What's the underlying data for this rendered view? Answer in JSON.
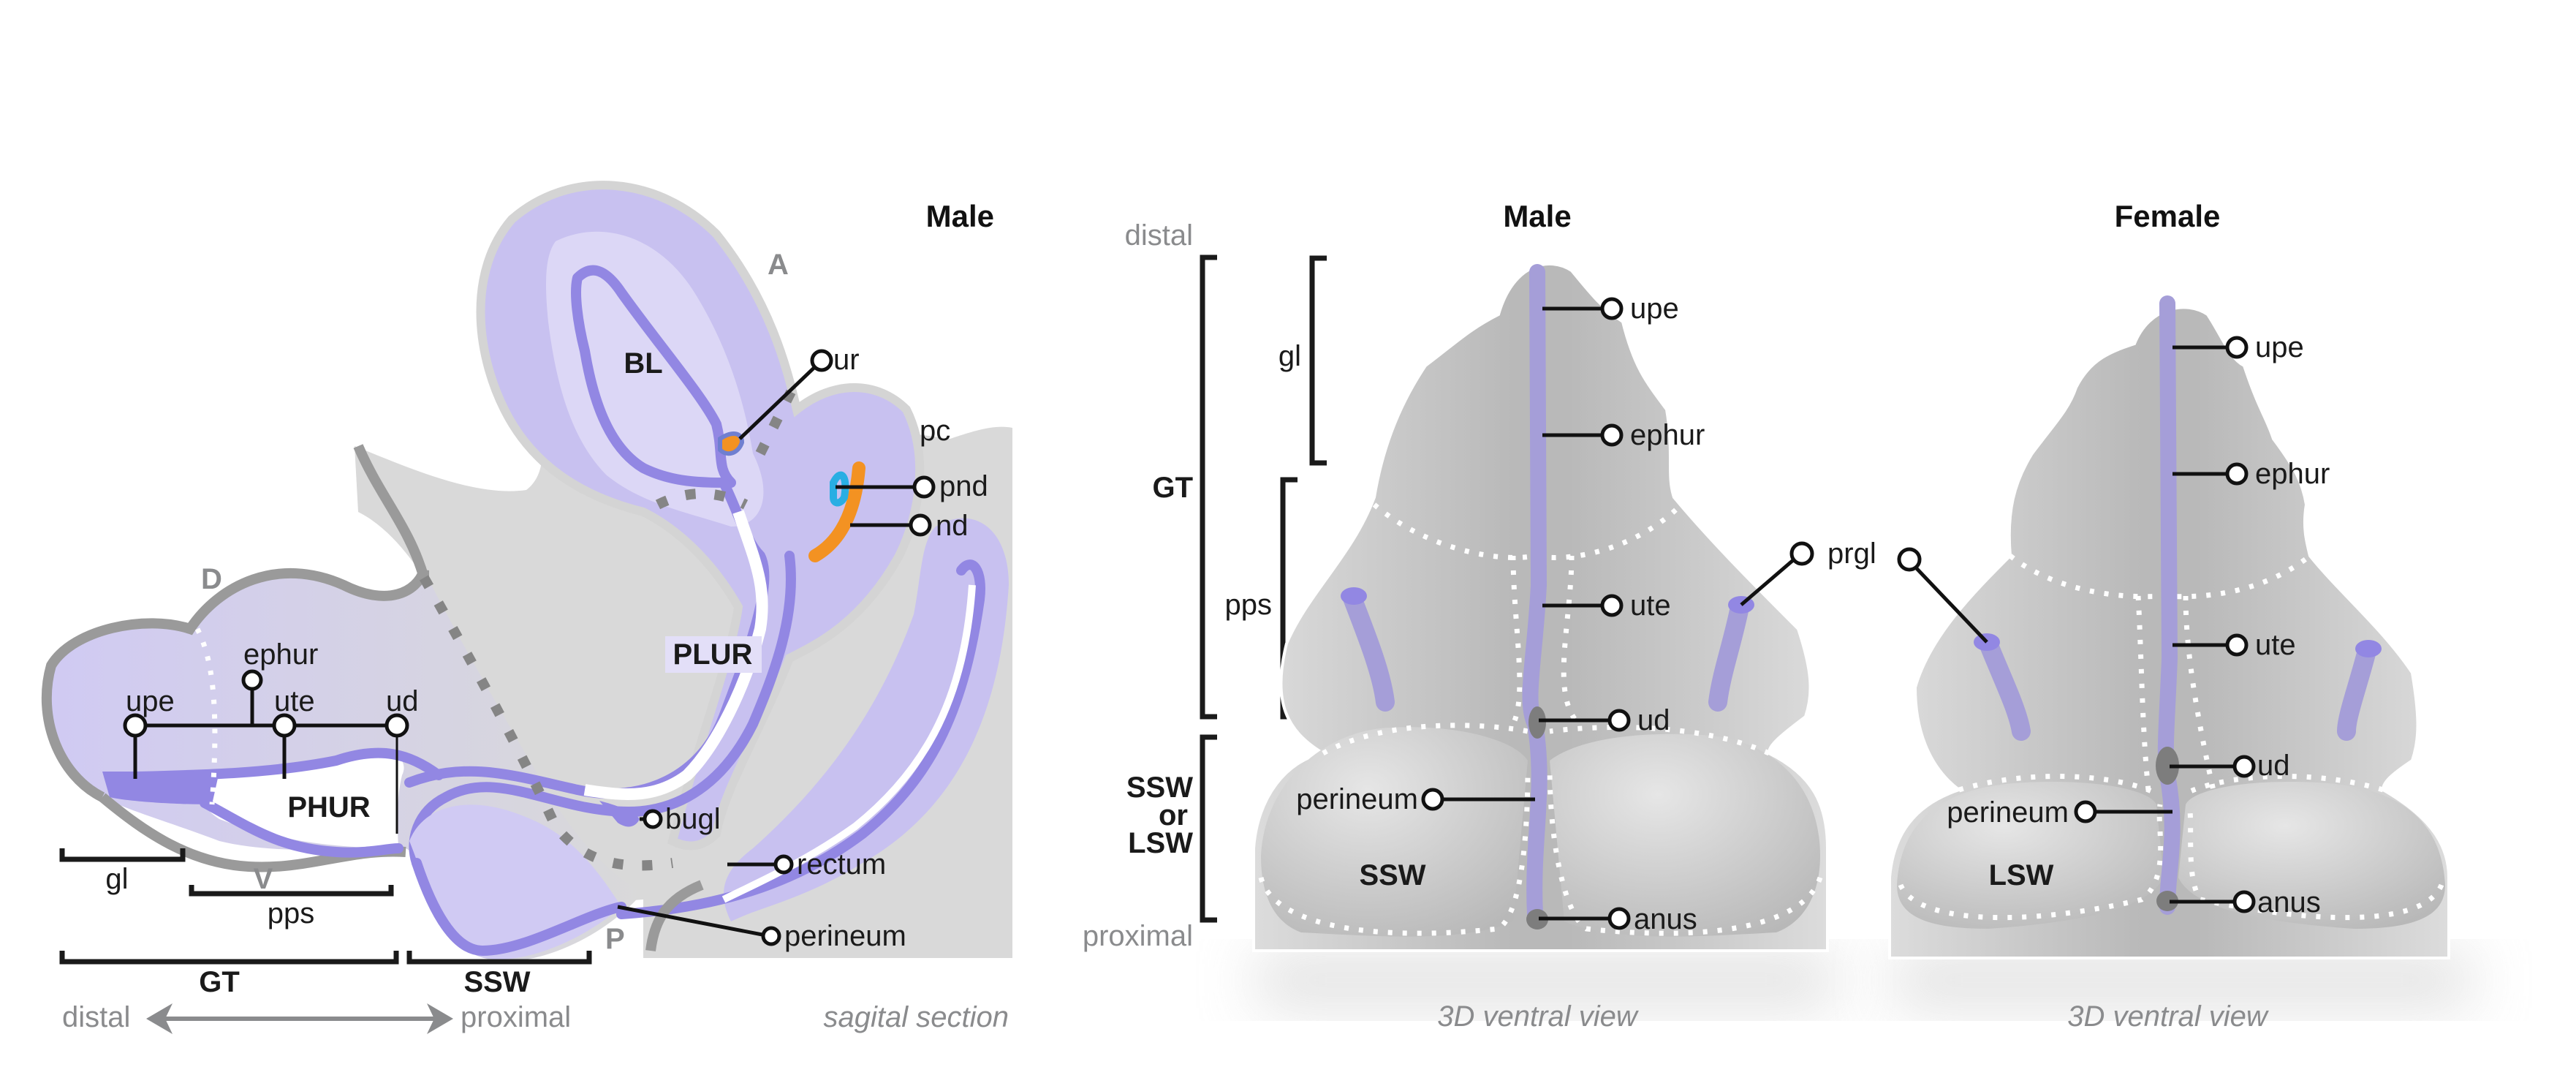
{
  "colors": {
    "epithelium": "#9287e3",
    "mesenchyme_light": "#d9d4f5",
    "mesenchyme_mid": "#c8c1f0",
    "tissue_grey": "#d9d9d9",
    "outline_grey": "#9a9a9a",
    "nephric_duct": "#f39222",
    "paramesonephric_duct": "#29aee3",
    "axis_grey": "#8a8b8d"
  },
  "sagittal": {
    "title": "Male",
    "caption": "sagital section",
    "regions": {
      "bladder": "BL",
      "pelvic_urethra": "PLUR",
      "phallic_urethra": "PHUR"
    },
    "orientation": {
      "anterior": "A",
      "dorsal": "D",
      "ventral": "V",
      "posterior": "P"
    },
    "labels": {
      "ur": "ur",
      "pc": "pc",
      "pnd": "pnd",
      "nd": "nd",
      "ephur": "ephur",
      "upe": "upe",
      "ute": "ute",
      "ud": "ud",
      "bugl": "bugl",
      "rectum": "rectum",
      "perineum": "perineum"
    },
    "brackets": {
      "gl": "gl",
      "pps": "pps",
      "gt": "GT",
      "ssw": "SSW"
    },
    "axis": {
      "distal": "distal",
      "proximal": "proximal"
    }
  },
  "ventral_male": {
    "title": "Male",
    "caption": "3D ventral view",
    "region": "SSW",
    "labels": {
      "upe": "upe",
      "ephur": "ephur",
      "ute": "ute",
      "ud": "ud",
      "perineum": "perineum",
      "anus": "anus",
      "prgl": "prgl"
    }
  },
  "ventral_female": {
    "title": "Female",
    "caption": "3D ventral view",
    "region": "LSW",
    "labels": {
      "upe": "upe",
      "ephur": "ephur",
      "ute": "ute",
      "ud": "ud",
      "perineum": "perineum",
      "anus": "anus"
    }
  },
  "ventral_axis": {
    "distal": "distal",
    "proximal": "proximal",
    "gt": "GT",
    "gl": "gl",
    "pps": "pps",
    "swelling_line1": "SSW",
    "swelling_line2": "or",
    "swelling_line3": "LSW"
  }
}
